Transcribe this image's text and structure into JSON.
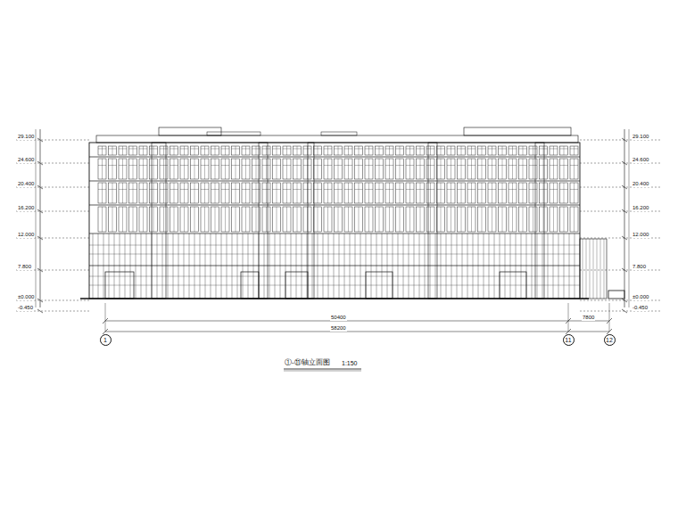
{
  "diagram": {
    "title": "①-⑪轴立面图",
    "nodes": [
      {
        "text": [
          "1"
        ]
      },
      {
        "text": [
          "11"
        ]
      },
      {
        "text": [
          "12"
        ]
      }
    ],
    "labels": [
      "29.100",
      "24.600",
      "20.400",
      "16.200",
      "12.000",
      "7.800",
      "±0.000",
      "-0.450",
      "29.100",
      "24.600",
      "20.400",
      "16.200",
      "12.000",
      "7.800",
      "±0.000",
      "-0.450",
      "50400",
      "7800",
      "58200",
      "1:150"
    ]
  }
}
